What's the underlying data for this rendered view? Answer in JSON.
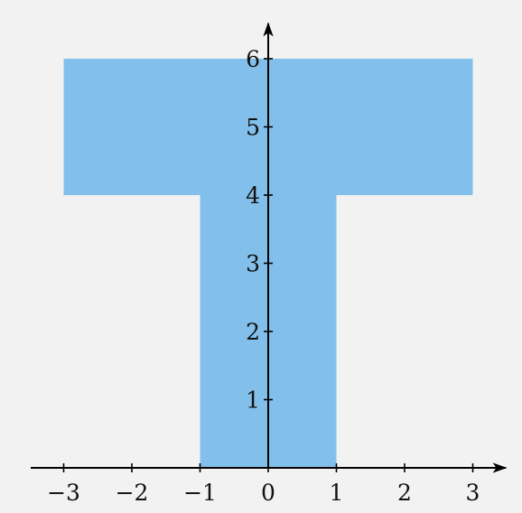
{
  "chart_data": {
    "type": "area",
    "shape": "T",
    "fill_color": "#82c0eb",
    "background_color": "#f2f2f2",
    "axis_color": "#000000",
    "region_outline": [
      [
        -1,
        0
      ],
      [
        1,
        0
      ],
      [
        1,
        4
      ],
      [
        3,
        4
      ],
      [
        3,
        6
      ],
      [
        -3,
        6
      ],
      [
        -3,
        4
      ],
      [
        -1,
        4
      ]
    ],
    "xlim": [
      -3.5,
      3.5
    ],
    "ylim": [
      0,
      6.5
    ],
    "x_ticks": [
      -3,
      -2,
      -1,
      0,
      1,
      2,
      3
    ],
    "x_tick_labels": [
      "−3",
      "−2",
      "−1",
      "0",
      "1",
      "2",
      "3"
    ],
    "y_ticks": [
      1,
      2,
      3,
      4,
      5,
      6
    ],
    "y_tick_labels": [
      "1",
      "2",
      "3",
      "4",
      "5",
      "6"
    ],
    "grid": false,
    "xlabel": "",
    "ylabel": "",
    "title": ""
  }
}
